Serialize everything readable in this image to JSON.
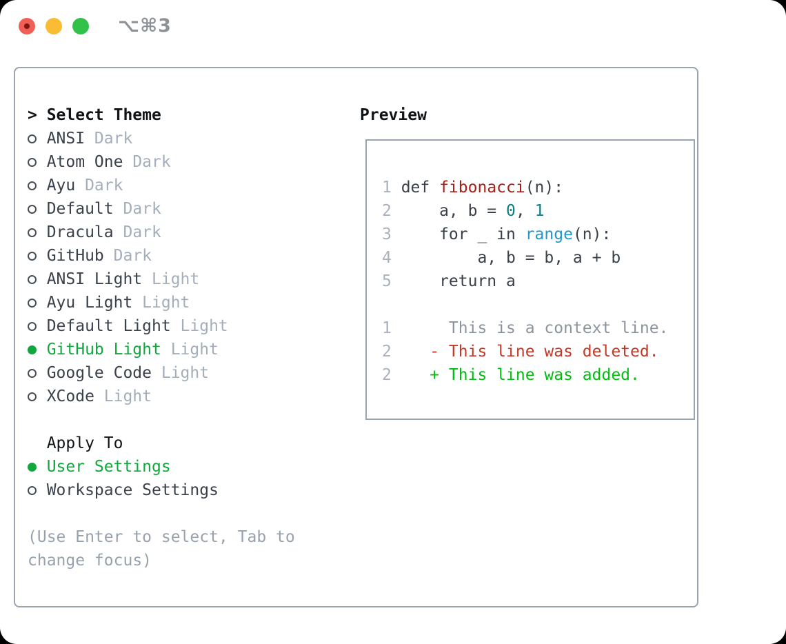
{
  "colors": {
    "outside_bg": "#000000",
    "window_bg": "#ffffff",
    "panel_border": "#9aa3af",
    "text": "#3a414b",
    "heading": "#111417",
    "tag_muted": "#a4aeba",
    "hint": "#98a2ad",
    "select_green": "#10a83c",
    "line_number": "#a9b2bc",
    "context": "#8b939c",
    "deleted": "#c33826",
    "added": "#00bd10",
    "function_red": "#a81f18",
    "number_teal": "#0d7f86",
    "builtin_blue": "#2297ca",
    "traffic_red": "#f05f56",
    "traffic_red_dot": "#7e150e",
    "traffic_yellow": "#f9bc34",
    "traffic_green": "#32c149",
    "title_gray": "#8d9298"
  },
  "window": {
    "title": "⌥⌘3"
  },
  "theme_picker": {
    "prompt": ">",
    "title": "Select Theme",
    "themes": [
      {
        "name": "ANSI",
        "variant": "Dark",
        "selected": false
      },
      {
        "name": "Atom One",
        "variant": "Dark",
        "selected": false
      },
      {
        "name": "Ayu",
        "variant": "Dark",
        "selected": false
      },
      {
        "name": "Default",
        "variant": "Dark",
        "selected": false
      },
      {
        "name": "Dracula",
        "variant": "Dark",
        "selected": false
      },
      {
        "name": "GitHub",
        "variant": "Dark",
        "selected": false
      },
      {
        "name": "ANSI Light",
        "variant": "Light",
        "selected": false
      },
      {
        "name": "Ayu Light",
        "variant": "Light",
        "selected": false
      },
      {
        "name": "Default Light",
        "variant": "Light",
        "selected": false
      },
      {
        "name": "GitHub Light",
        "variant": "Light",
        "selected": true
      },
      {
        "name": "Google Code",
        "variant": "Light",
        "selected": false
      },
      {
        "name": "XCode",
        "variant": "Light",
        "selected": false
      }
    ],
    "apply_to": {
      "title": "Apply To",
      "options": [
        {
          "name": "User Settings",
          "selected": true
        },
        {
          "name": "Workspace Settings",
          "selected": false
        }
      ]
    },
    "hint": "(Use Enter to select, Tab to change focus)"
  },
  "preview": {
    "title": "Preview",
    "lines": [
      {
        "num": "1",
        "tokens": [
          {
            "text": "def ",
            "style": "plain"
          },
          {
            "text": "fibonacci",
            "style": "function"
          },
          {
            "text": "(n):",
            "style": "plain"
          }
        ]
      },
      {
        "num": "2",
        "tokens": [
          {
            "text": "    a, b = ",
            "style": "plain"
          },
          {
            "text": "0",
            "style": "number"
          },
          {
            "text": ", ",
            "style": "plain"
          },
          {
            "text": "1",
            "style": "number"
          }
        ]
      },
      {
        "num": "3",
        "tokens": [
          {
            "text": "    for _ in ",
            "style": "plain"
          },
          {
            "text": "range",
            "style": "builtin"
          },
          {
            "text": "(n):",
            "style": "plain"
          }
        ]
      },
      {
        "num": "4",
        "tokens": [
          {
            "text": "        a, b = b, a + b",
            "style": "plain"
          }
        ]
      },
      {
        "num": "5",
        "tokens": [
          {
            "text": "    return a",
            "style": "plain"
          }
        ]
      },
      {
        "num": "",
        "tokens": []
      },
      {
        "num": "1",
        "tokens": [
          {
            "text": "     This is a context line.",
            "style": "context"
          }
        ]
      },
      {
        "num": "2",
        "tokens": [
          {
            "text": "   - This line was deleted.",
            "style": "deleted"
          }
        ]
      },
      {
        "num": "2",
        "tokens": [
          {
            "text": "   + This line was added.",
            "style": "added"
          }
        ]
      }
    ]
  }
}
